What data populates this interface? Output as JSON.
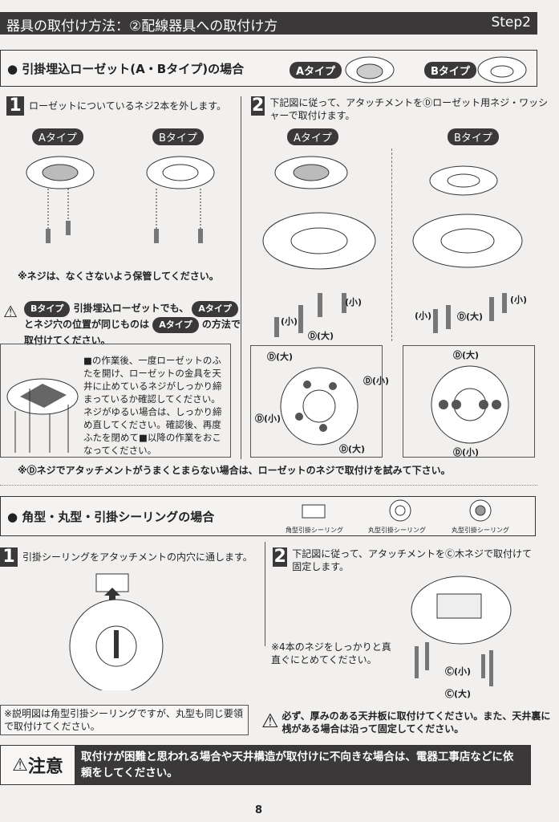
{
  "header": {
    "title": "器具の取付け方法：②配線器具への取付け方",
    "step": "Step2"
  },
  "section1": {
    "title": "● 引掛埋込ローゼット(A・Bタイプ)の場合",
    "type_a": "Aタイプ",
    "type_b": "Bタイプ"
  },
  "step1": {
    "num": "1",
    "text": "ローゼットについているネジ2本を外します。",
    "type_a": "Aタイプ",
    "type_b": "Bタイプ",
    "note": "※ネジは、なくさないよう保管してください。",
    "warning": [
      "Bタイプ",
      "引掛埋込ローゼットでも、",
      "Aタイプ",
      "とネジ穴の位置が同じものは",
      "Aタイプ",
      "の方法で取付けてください。"
    ],
    "check_text": "■の作業後、一度ローゼットのふたを開け、ローゼットの金具を天井に止めているネジがしっかり締まっているか確認してください。ネジがゆるい場合は、しっかり締め直してください。確認後、再度ふたを閉めて■以降の作業をおこなってください。"
  },
  "step2": {
    "num": "2",
    "text": "下記図に従って、アタッチメントをⒹローゼット用ネジ・ワッシャーで取付けます。",
    "type_a": "Aタイプ",
    "type_b": "Bタイプ",
    "labels": {
      "small": "(小)",
      "d_large": "Ⓓ(大)",
      "d_small": "Ⓓ(小)"
    }
  },
  "section1_note": "※Ⓓネジでアタッチメントがうまくとまらない場合は、ローゼットのネジで取付けを試みて下さい。",
  "section2": {
    "title": "● 角型・丸型・引掛シーリングの場合",
    "icons": [
      "角型引掛シーリング",
      "丸型引掛シーリング",
      "丸型引掛シーリング"
    ]
  },
  "s2step1": {
    "num": "1",
    "text": "引掛シーリングをアタッチメントの内穴に通します。",
    "note": "※説明図は角型引掛シーリングですが、丸型も同じ要領で取付けてください。"
  },
  "s2step2": {
    "num": "2",
    "text": "下記図に従って、アタッチメントをⒸ木ネジで取付けて固定します。",
    "note": "※4本のネジをしっかりと真直ぐにとめてください。",
    "c_small": "Ⓒ(小)",
    "c_large": "Ⓒ(大)",
    "warning": "必ず、厚みのある天井板に取付けてください。また、天井裏に桟がある場合は沿って固定してください。"
  },
  "caution": {
    "label": "注意",
    "text": "取付けが困難と思われる場合や天井構造が取付けに不向きな場合は、電器工事店などに依頼をしてください。"
  },
  "page_number": "8"
}
